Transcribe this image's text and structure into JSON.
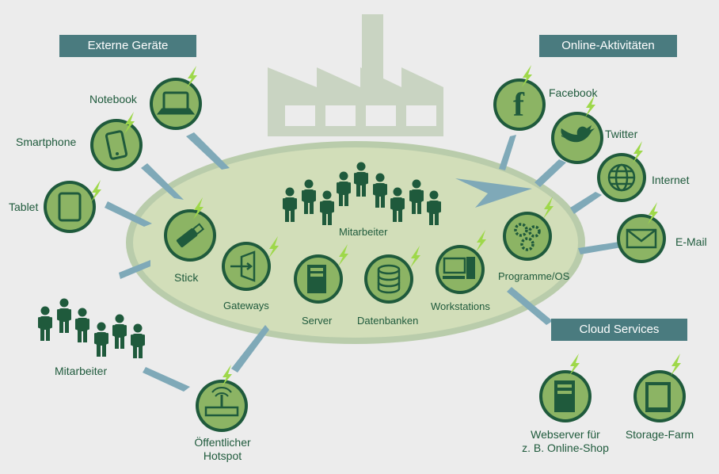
{
  "headers": {
    "external_devices": "Externe Geräte",
    "online_activities": "Online-Aktivitäten",
    "cloud_services": "Cloud Services"
  },
  "external_devices": {
    "notebook": "Notebook",
    "smartphone": "Smartphone",
    "tablet": "Tablet"
  },
  "company": {
    "employees": "Mitarbeiter",
    "stick": "Stick",
    "gateways": "Gateways",
    "server": "Server",
    "databases": "Datenbanken",
    "workstations": "Workstations",
    "programs": "Programme/OS"
  },
  "online": {
    "facebook": "Facebook",
    "twitter": "Twitter",
    "internet": "Internet",
    "email": "E-Mail"
  },
  "outside": {
    "employees": "Mitarbeiter",
    "hotspot_line1": "Öffentlicher",
    "hotspot_line2": "Hotspot"
  },
  "cloud": {
    "webserver_line1": "Webserver für",
    "webserver_line2": "z. B. Online-Shop",
    "storage": "Storage-Farm"
  },
  "colors": {
    "background": "#ececec",
    "ellipse_fill": "#d2deb9",
    "ellipse_ring": "#b9ccab",
    "icon_circle_fill": "#8cb464",
    "icon_dark": "#1f5a3c",
    "factory": "#c9d4c2",
    "arrow": "#7fa9b8",
    "header_bg": "#4a7b7f",
    "lightning": "#9ed84a"
  }
}
